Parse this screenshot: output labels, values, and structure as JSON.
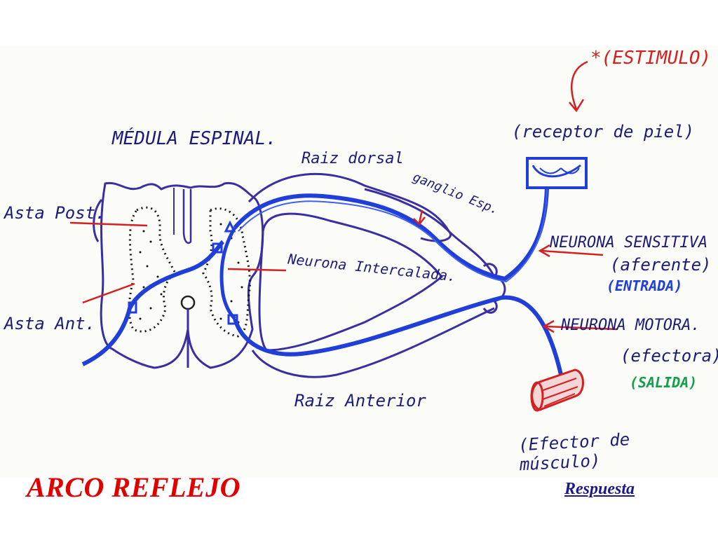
{
  "title": "ARCO REFLEJO",
  "link_label": "Respuesta",
  "labels": {
    "medula": "MÉDULA ESPINAL.",
    "asta_post": "Asta Post.",
    "asta_ant": "Asta Ant.",
    "raiz_dorsal": "Raiz dorsal",
    "ganglio": "ganglio Esp.",
    "neurona_intercalada": "Neurona Intercalada.",
    "raiz_anterior": "Raiz Anterior",
    "estimulo": "*(ESTIMULO)",
    "receptor": "(receptor de piel)",
    "neurona_sensitiva": "NEURONA SENSITIVA",
    "aferente": "(aferente)",
    "entrada": "(ENTRADA)",
    "neurona_motora": "NEURONA MOTORA.",
    "efectora": "(efectora)",
    "salida": "(SALIDA)",
    "efector": "(Efector de músculo)"
  },
  "colors": {
    "title": "#e00000",
    "link": "#1a1a8c",
    "outline": "#3a2fa0",
    "nerve": "#1f3fd8",
    "label_ink": "#1b1b7a",
    "pointer": "#d42020",
    "salida": "#12a04a"
  }
}
